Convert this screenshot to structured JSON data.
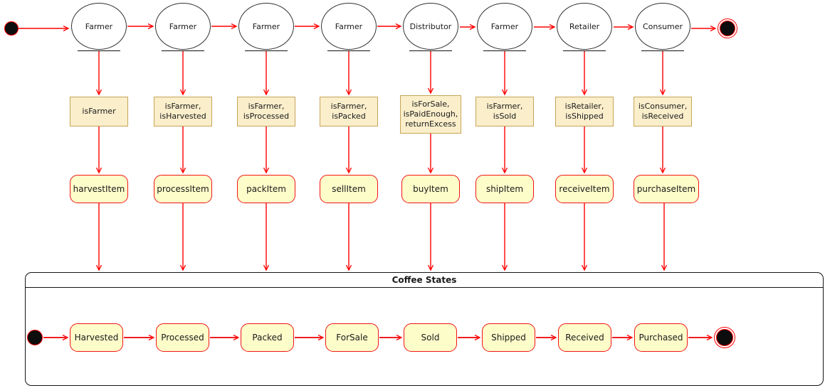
{
  "diagram": {
    "frame_title": "Coffee States",
    "columns": [
      {
        "actor": "Farmer",
        "guard": "isFarmer",
        "action": "harvestItem",
        "state": "Harvested"
      },
      {
        "actor": "Farmer",
        "guard": "isFarmer, isHarvested",
        "action": "processItem",
        "state": "Processed"
      },
      {
        "actor": "Farmer",
        "guard": "isFarmer, isProcessed",
        "action": "packItem",
        "state": "Packed"
      },
      {
        "actor": "Farmer",
        "guard": "isFarmer, isPacked",
        "action": "sellItem",
        "state": "ForSale"
      },
      {
        "actor": "Distributor",
        "guard": "isForSale, isPaidEnough, returnExcess",
        "action": "buyItem",
        "state": "Sold"
      },
      {
        "actor": "Farmer",
        "guard": "isFarmer, isSold",
        "action": "shipItem",
        "state": "Shipped"
      },
      {
        "actor": "Retailer",
        "guard": "isRetailer, isShipped",
        "action": "receiveItem",
        "state": "Received"
      },
      {
        "actor": "Consumer",
        "guard": "isConsumer, isReceived",
        "action": "purchaseItem",
        "state": "Purchased"
      }
    ],
    "colors": {
      "arrow_red": "#ff0000",
      "action_fill": "#fdfdca",
      "action_border": "#f01414",
      "guard_fill": "#faeecb",
      "guard_border": "#c7a457",
      "frame_border": "#141414"
    }
  }
}
